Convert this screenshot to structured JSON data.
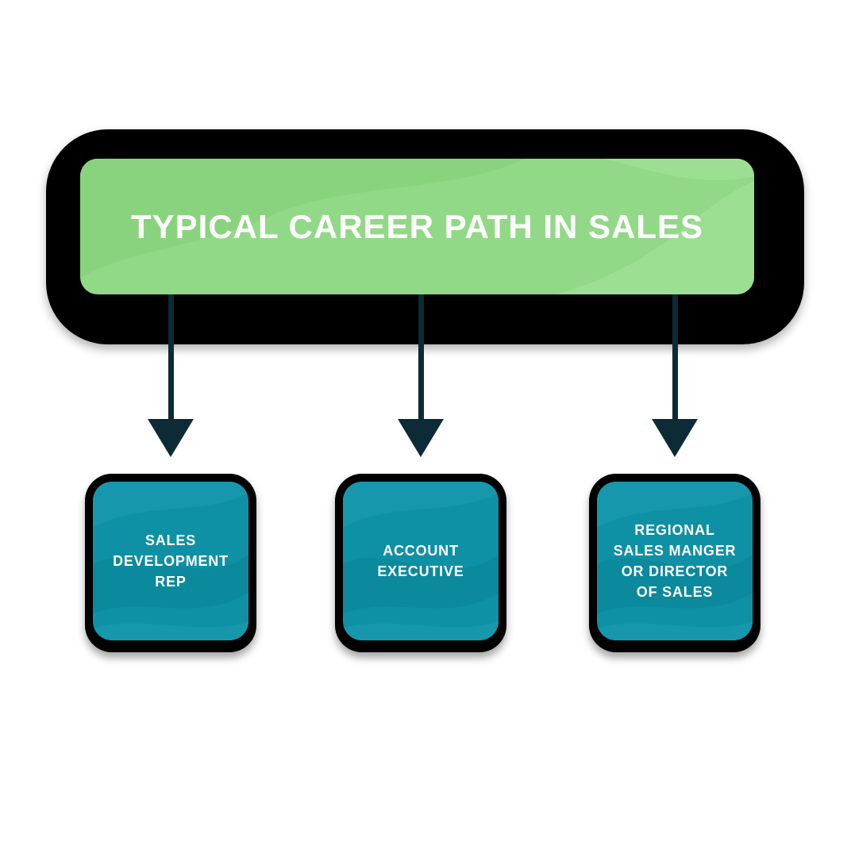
{
  "figure": {
    "title": "TYPICAL CAREER PATH IN SALES"
  },
  "nodes": [
    {
      "id": "sales-development-rep",
      "label": "SALES\nDEVELOPMENT\nREP"
    },
    {
      "id": "account-executive",
      "label": "ACCOUNT\nEXECUTIVE"
    },
    {
      "id": "regional-sales-manager-or-director",
      "label": "REGIONAL\nSALES MANGER\nOR DIRECTOR\nOF SALES"
    }
  ],
  "colors": {
    "background": "#FFFFFF",
    "outline": "#000000",
    "banner_fill": "#92D987",
    "banner_fill_dark": "#8AD37E",
    "banner_fill_light": "#9DDF92",
    "node_fill": "#0E90A5",
    "node_fill_light": "#1697AC",
    "node_fill_dark": "#0B899D",
    "arrow": "#0C2B36",
    "text": "#FFFFFF"
  }
}
